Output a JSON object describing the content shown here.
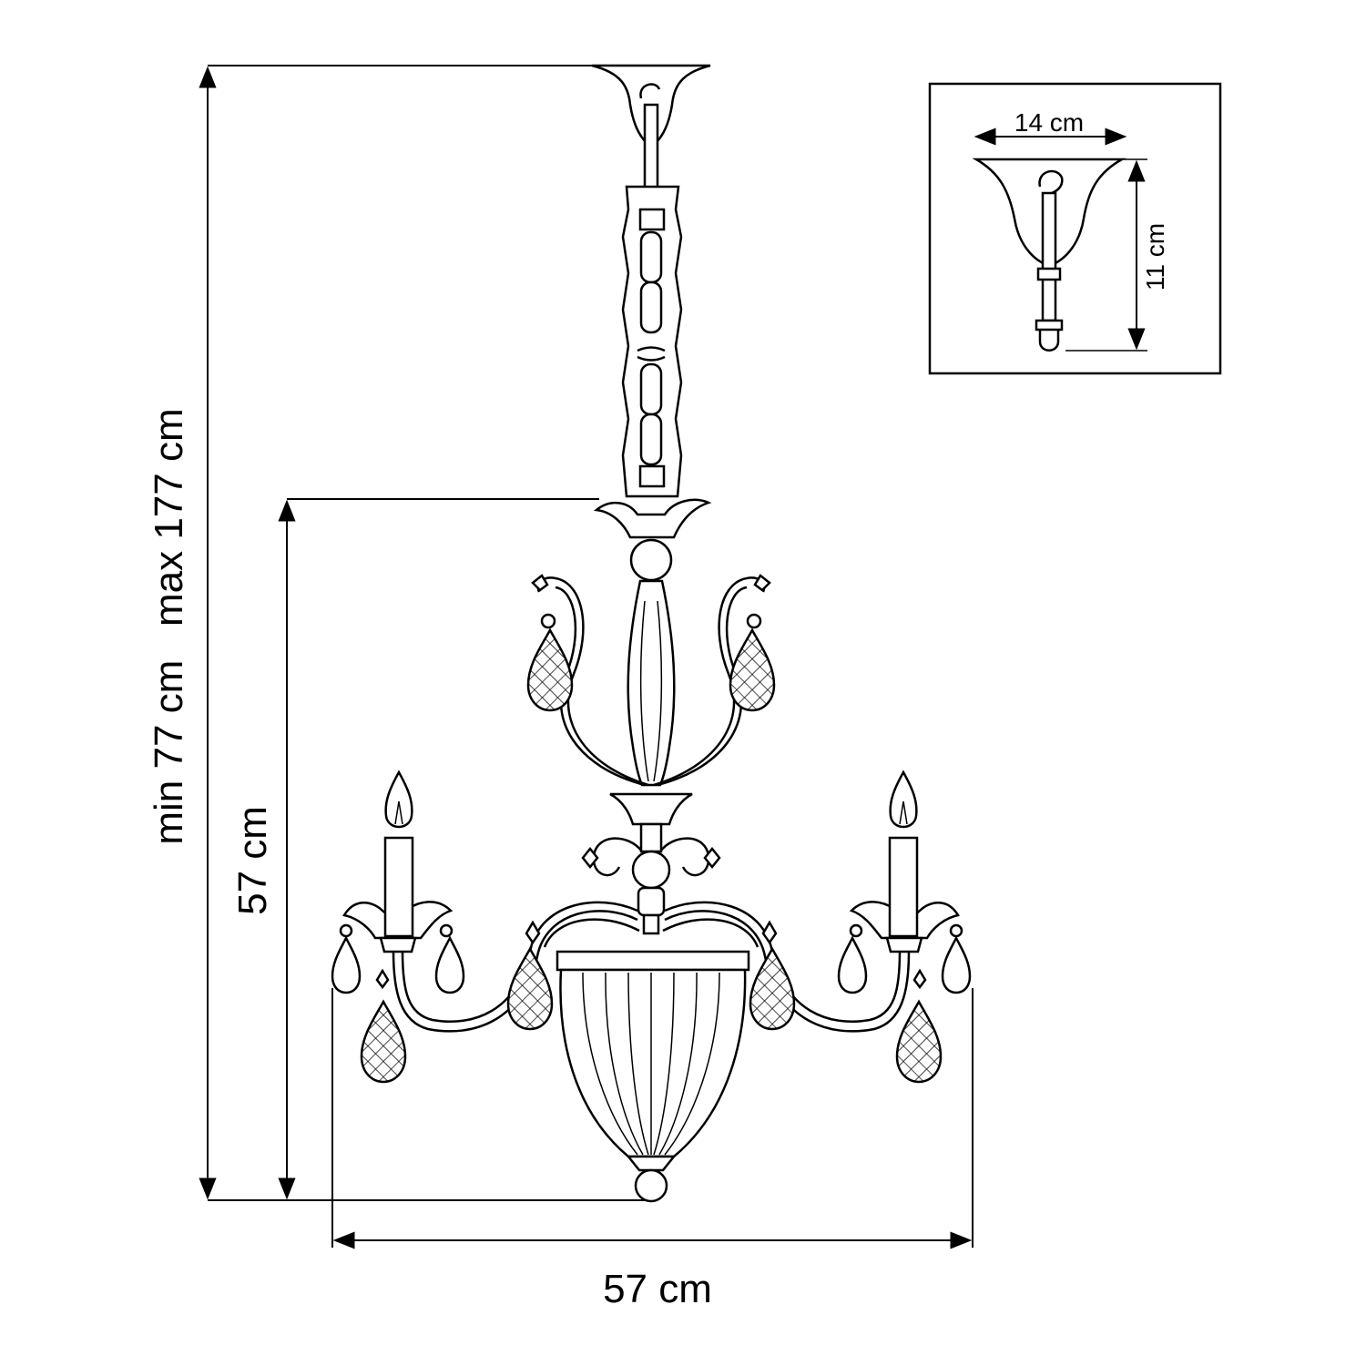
{
  "drawing": {
    "subject": "chandelier",
    "dimensions": {
      "overall_height_label": "min 77 cm   max 177 cm",
      "body_height_label": "57 cm",
      "width_label": "57 cm"
    },
    "inset": {
      "canopy_width_label": "14 cm",
      "canopy_height_label": "11 cm"
    },
    "colors": {
      "line": "#000000",
      "background": "#ffffff"
    }
  }
}
